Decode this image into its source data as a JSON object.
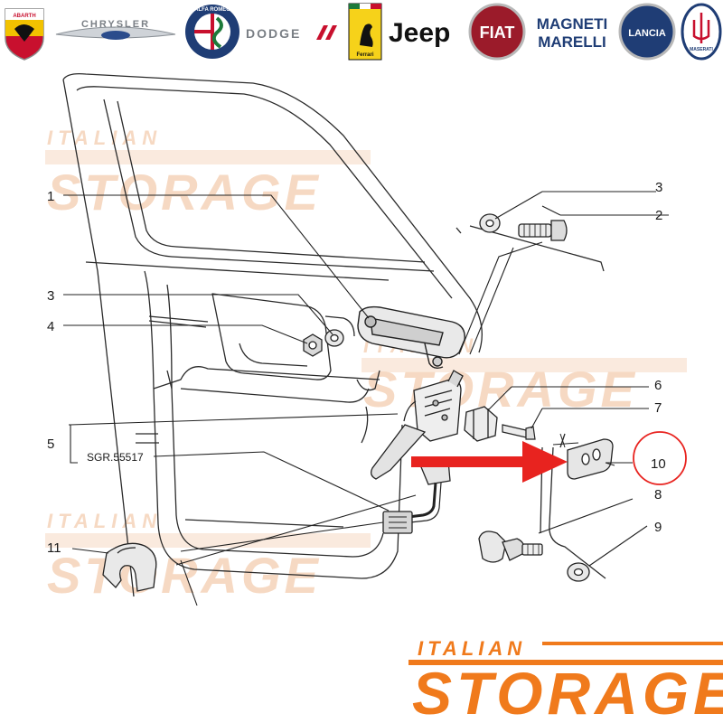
{
  "brands": {
    "abarth": "ABARTH",
    "chrysler": "CHRYSLER",
    "alfa_romeo": "ALFA ROMEO",
    "dodge": "DODGE",
    "ferrari": "Ferrari",
    "jeep": "Jeep",
    "fiat": "FIAT",
    "magneti_marelli_1": "MAGNETI",
    "magneti_marelli_2": "MARELLI",
    "lancia": "LANCIA",
    "maserati": "MASERATI"
  },
  "watermark": {
    "line1": "ITALIAN",
    "line2": "STORAGE"
  },
  "logo": {
    "line1": "ITALIAN",
    "line2": "STORAGE",
    "color": "#f07a1c"
  },
  "callouts": {
    "c1": "1",
    "c2": "2",
    "c3a": "3",
    "c3b": "3",
    "c4": "4",
    "c5": "5",
    "c6": "6",
    "c7": "7",
    "c8": "8",
    "c9": "9",
    "c10": "10",
    "c11": "11",
    "sgr": "SGR.55517"
  },
  "highlight": {
    "arrow_color": "#e8231f",
    "circle_color": "#e8231f"
  }
}
